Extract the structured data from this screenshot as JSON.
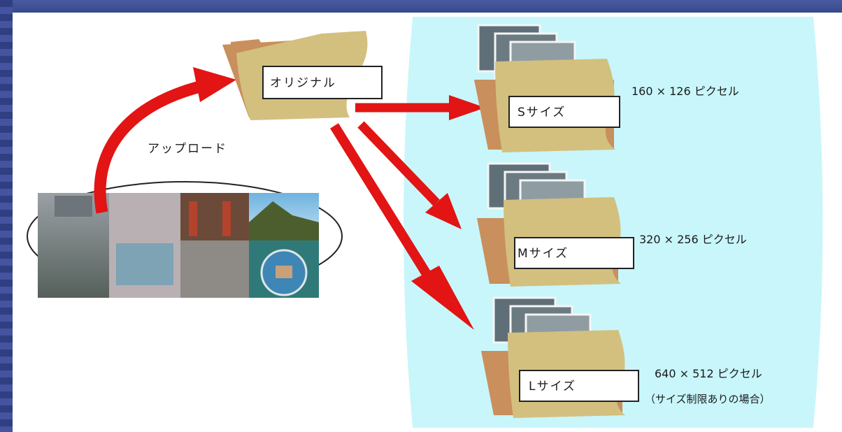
{
  "diagram": {
    "upload_label": "アップロード",
    "original_folder": "オリジナル",
    "folders": [
      {
        "label": "Sサイズ",
        "size_text": "160 × 126 ピクセル"
      },
      {
        "label": "Mサイズ",
        "size_text": "320 × 256 ピクセル"
      },
      {
        "label": "Lサイズ",
        "size_text": "640 × 512 ピクセル",
        "note": "（サイズ制限ありの場合）"
      }
    ]
  },
  "colors": {
    "arrow": "#e21414",
    "panel": "#c8f6fb",
    "folder_front": "#d3c07f",
    "folder_back": "#c98f5c"
  }
}
